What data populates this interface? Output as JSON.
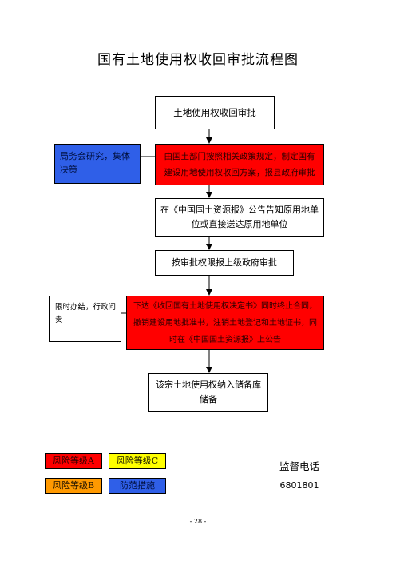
{
  "title": "国有土地使用权收回审批流程图",
  "flow": {
    "step1": "土地使用权收回审批",
    "step2": "由国土部门按照相关政策规定，制定国有建设用地使用权收回方案，报县政府审批",
    "step3": "在《中国国土资源报》公告告知原用地单位或直接送达原用地单位",
    "step4": "按审批权限报上级政府审批",
    "step5": "下达《收回国有土地使用权决定书》同时终止合同，撤销建设用地批准书，注销土地登记和土地证书，同时在《中国国土资源报》上公告",
    "step6": "该宗土地使用权纳入储备库储备"
  },
  "side_notes": {
    "note1": "局务会研究，集体决策",
    "note2": "限时办结，行政问责"
  },
  "legend": {
    "risk_a": "风险等级A",
    "risk_c": "风险等级C",
    "risk_b": "风险等级B",
    "prevention": "防范措施"
  },
  "contact": {
    "label": "监督电话",
    "number": "6801801"
  },
  "page_number": "- 28 -",
  "colors": {
    "risk_a": "#ff0000",
    "risk_b": "#ff9900",
    "risk_c": "#ffff00",
    "prevention": "#2f5fe8",
    "connector": "#000000"
  }
}
